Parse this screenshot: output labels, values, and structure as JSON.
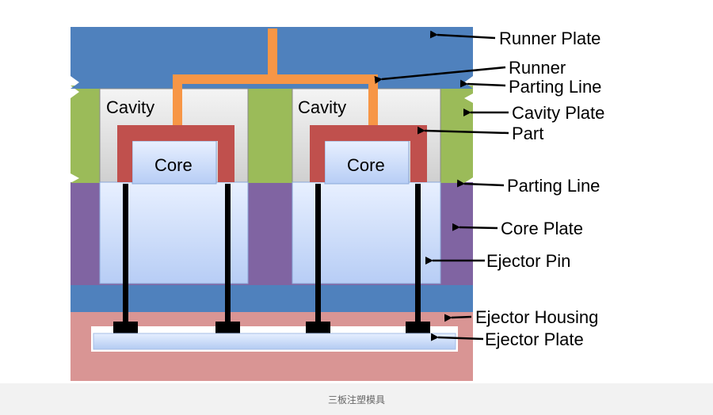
{
  "colors": {
    "runner_plate": "#4f81bd",
    "cavity_plate": "#9bbb59",
    "core_plate": "#8064a2",
    "ejector_housing": "#d99594",
    "runner": "#f79646",
    "part": "#c0504d",
    "cavity_fill": "#e0e0e0",
    "core_fill": "#c6dbff",
    "ejector_pin": "#000000",
    "ejector_plate": "#c6dbff",
    "label_text": "#000000",
    "arrow": "#000000"
  },
  "left_mold": {
    "cavity_label": "Cavity",
    "core_label": "Core"
  },
  "right_mold": {
    "cavity_label": "Cavity",
    "core_label": "Core"
  },
  "labels": {
    "runner_plate": "Runner Plate",
    "runner": "Runner",
    "parting_line_top": "Parting Line",
    "cavity_plate": "Cavity Plate",
    "part": "Part",
    "parting_line_bottom": "Parting Line",
    "core_plate": "Core Plate",
    "ejector_pin": "Ejector Pin",
    "ejector_housing": "Ejector Housing",
    "ejector_plate": "Ejector Plate"
  },
  "caption": "三板注塑模具"
}
